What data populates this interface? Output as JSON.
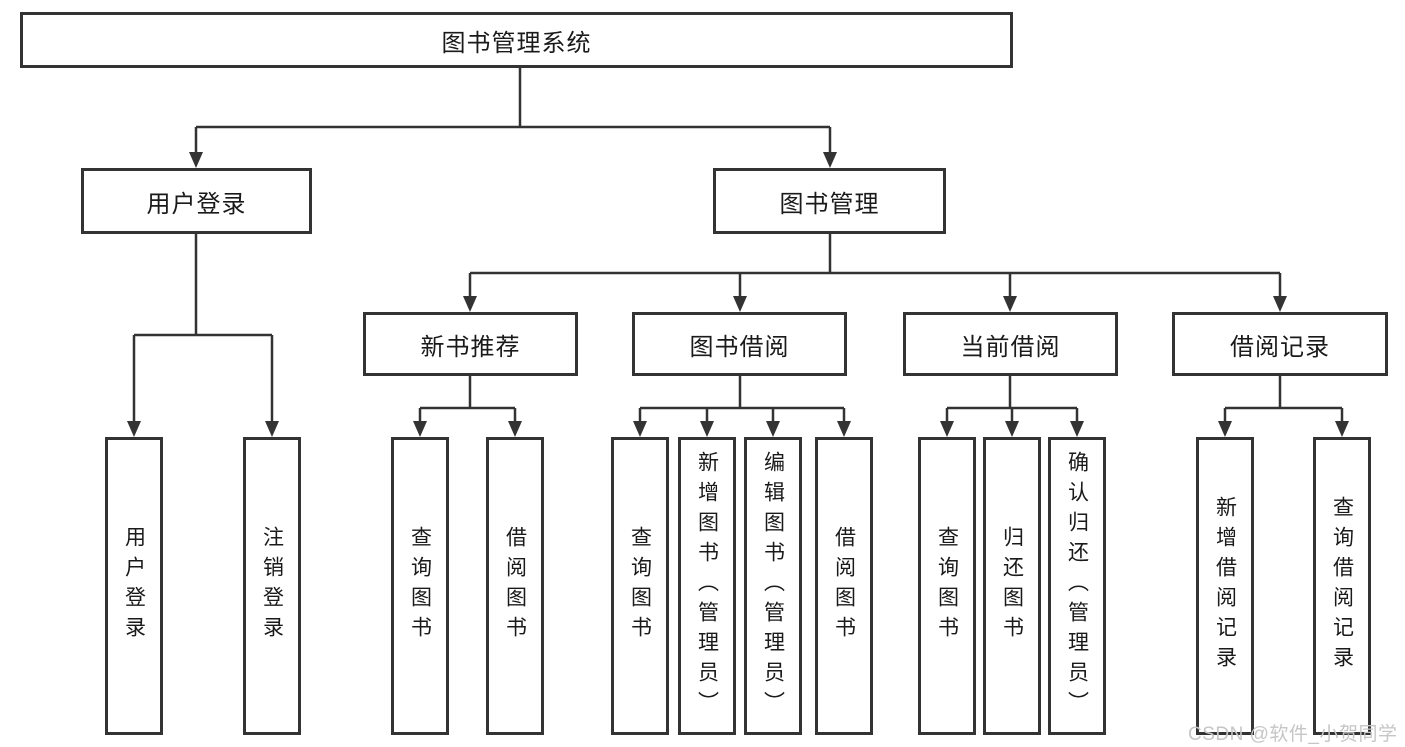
{
  "tree": {
    "root": "图书管理系统",
    "branches": [
      {
        "label": "用户登录",
        "children": [
          "用户登录",
          "注销登录"
        ]
      },
      {
        "label": "图书管理",
        "children": [
          {
            "label": "新书推荐",
            "children": [
              "查询图书",
              "借阅图书"
            ]
          },
          {
            "label": "图书借阅",
            "children": [
              "查询图书",
              "新增图书（管理员）",
              "编辑图书（管理员）",
              "借阅图书"
            ]
          },
          {
            "label": "当前借阅",
            "children": [
              "查询图书",
              "归还图书",
              "确认归还（管理员）"
            ]
          },
          {
            "label": "借阅记录",
            "children": [
              "新增借阅记录",
              "查询借阅记录"
            ]
          }
        ]
      }
    ]
  },
  "watermark": {
    "text": "CSDN @软件_小贺同学"
  },
  "colors": {
    "line": "#333333",
    "box_border": "#333333",
    "box_fill": "#ffffff",
    "text": "#1a1a1a",
    "watermark": "#c6c6c6",
    "background": "#ffffff"
  }
}
